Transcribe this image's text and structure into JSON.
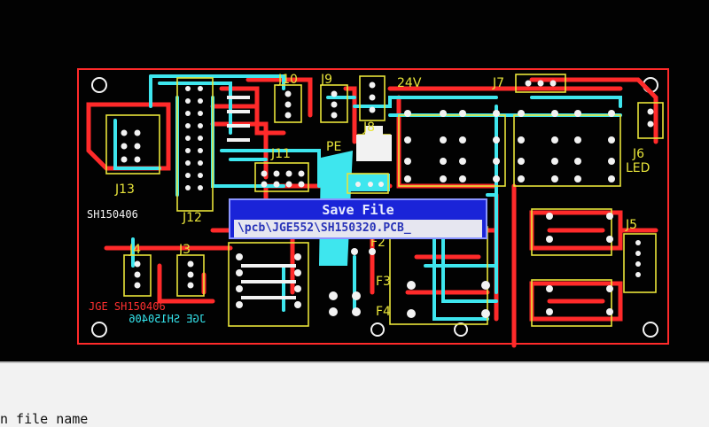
{
  "dialog": {
    "title": "Save File",
    "filename": "\\pcb\\JGE552\\SH150320.PCB_"
  },
  "status": {
    "text": "n file name"
  },
  "pcb": {
    "labels": {
      "j10": "J10",
      "j9": "J9",
      "v24": "24V",
      "j7": "J7",
      "j8": "J8",
      "pe": "PE",
      "j11": "J11",
      "j13": "J13",
      "j12": "J12",
      "j6": "J6",
      "led": "LED",
      "j5": "J5",
      "j4": "J4",
      "j3": "J3",
      "f2": "F2",
      "f3": "F3",
      "f4": "F4",
      "board_id": "SH150406",
      "silk_red": "JGE SH150406",
      "silk_cyan_mirror": "JGE SH150406"
    },
    "colors": {
      "trace_red": "#ff2a2a",
      "trace_cyan": "#3ee6ee",
      "silk_yellow": "#e8e43a",
      "pad_white": "#f2f2f2"
    }
  }
}
